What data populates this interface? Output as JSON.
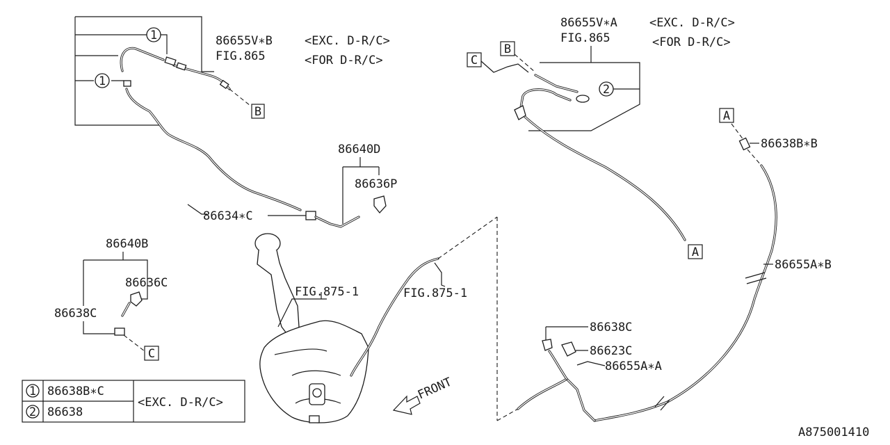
{
  "diagram_id": "A875001410",
  "labels": {
    "nozzle_hose_b_part": "86655V∗B",
    "nozzle_hose_b_note1": "<EXC. D-R/C>",
    "nozzle_hose_b_fig": "FIG.865",
    "nozzle_hose_b_note2": "<FOR D-R/C>",
    "nozzle_hose_a_part": "86655V∗A",
    "nozzle_hose_a_note1": "<EXC. D-R/C>",
    "nozzle_hose_a_fig": "FIG.865",
    "nozzle_hose_a_note2": "<FOR D-R/C>",
    "nozzle_86640d": "86640D",
    "nozzle_86636p": "86636P",
    "hose_86634c": "86634∗C",
    "nozzle_86640b": "86640B",
    "nozzle_86636c": "86636C",
    "joint_86638c_left": "86638C",
    "fig_875_tank": "FIG.875-1",
    "fig_875_hose": "FIG.875-1",
    "joint_86638b_b": "86638B∗B",
    "hose_86655a_b": "86655A∗B",
    "joint_86638c_right": "86638C",
    "clip_86623c": "86623C",
    "hose_86655a_a": "86655A∗A",
    "front": "FRONT"
  },
  "refs": {
    "a": "A",
    "b": "B",
    "c": "C",
    "one": "1",
    "two": "2"
  },
  "legend": {
    "rows": [
      {
        "mark": "1",
        "part": "86638B∗C"
      },
      {
        "mark": "2",
        "part": "86638"
      }
    ],
    "note": "<EXC. D-R/C>"
  }
}
